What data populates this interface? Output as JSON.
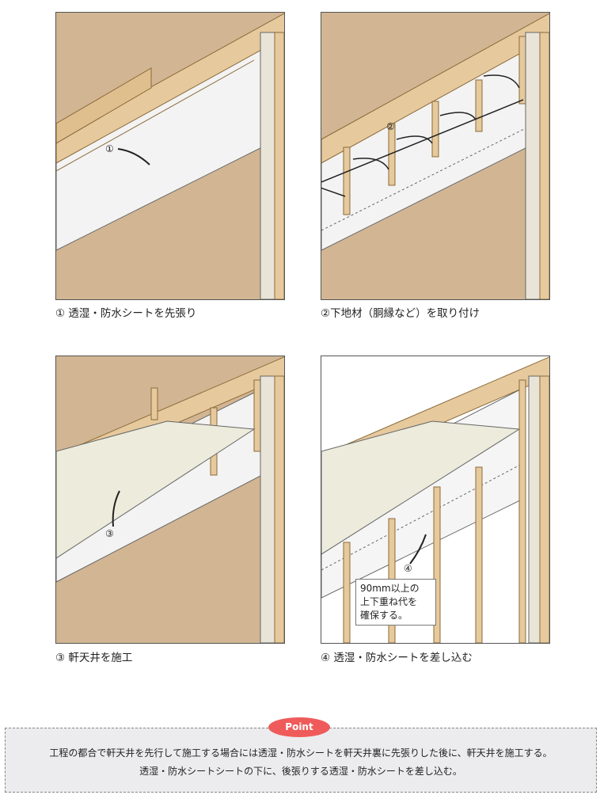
{
  "panels": [
    {
      "marker": "①",
      "caption": "① 透湿・防水シートを先張り"
    },
    {
      "marker": "②",
      "caption": "②下地材（胴縁など）を取り付け"
    },
    {
      "marker": "③",
      "caption": "③ 軒天井を施工"
    },
    {
      "marker": "④",
      "caption": "④ 透湿・防水シートを差し込む",
      "note": [
        "90mm以上の",
        "上下重ね代を",
        "確保する。"
      ]
    }
  ],
  "point": {
    "badge": "Point",
    "lines": [
      "工程の都合で軒天井を先行して施工する場合には透湿・防水シートを軒天井裏に先張りした後に、軒天井を施工する。",
      "透湿・防水シートシートの下に、後張りする透湿・防水シートを差し込む。"
    ]
  },
  "colors": {
    "wall": "#d2b593",
    "wood": "#e6c99c",
    "sheet": "#f4f4f4",
    "soffit": "#ecebdc",
    "accent": "#ef5b5b"
  }
}
